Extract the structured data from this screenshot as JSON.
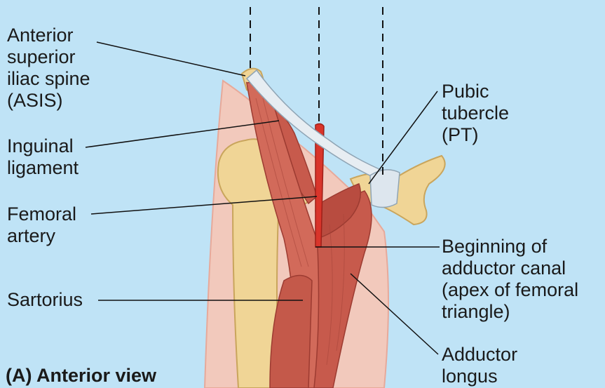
{
  "labels": {
    "asis": "Anterior\nsuperior\niliac spine\n(ASIS)",
    "inguinal": "Inguinal\nligament",
    "femoral_artery": "Femoral\nartery",
    "sartorius": "Sartorius",
    "pubic": "Pubic\ntubercle\n(PT)",
    "adductor_canal": "Beginning of\nadductor canal\n(apex of femoral\ntriangle)",
    "adductor_longus": "Adductor\nlongus"
  },
  "caption": "(A) Anterior view",
  "colors": {
    "background": "#bfe3f6",
    "skin": "#f2c9bc",
    "bone": "#f0d596",
    "muscle": "#cc5f50",
    "artery": "#d9352b",
    "ligament": "#e7edf2"
  }
}
